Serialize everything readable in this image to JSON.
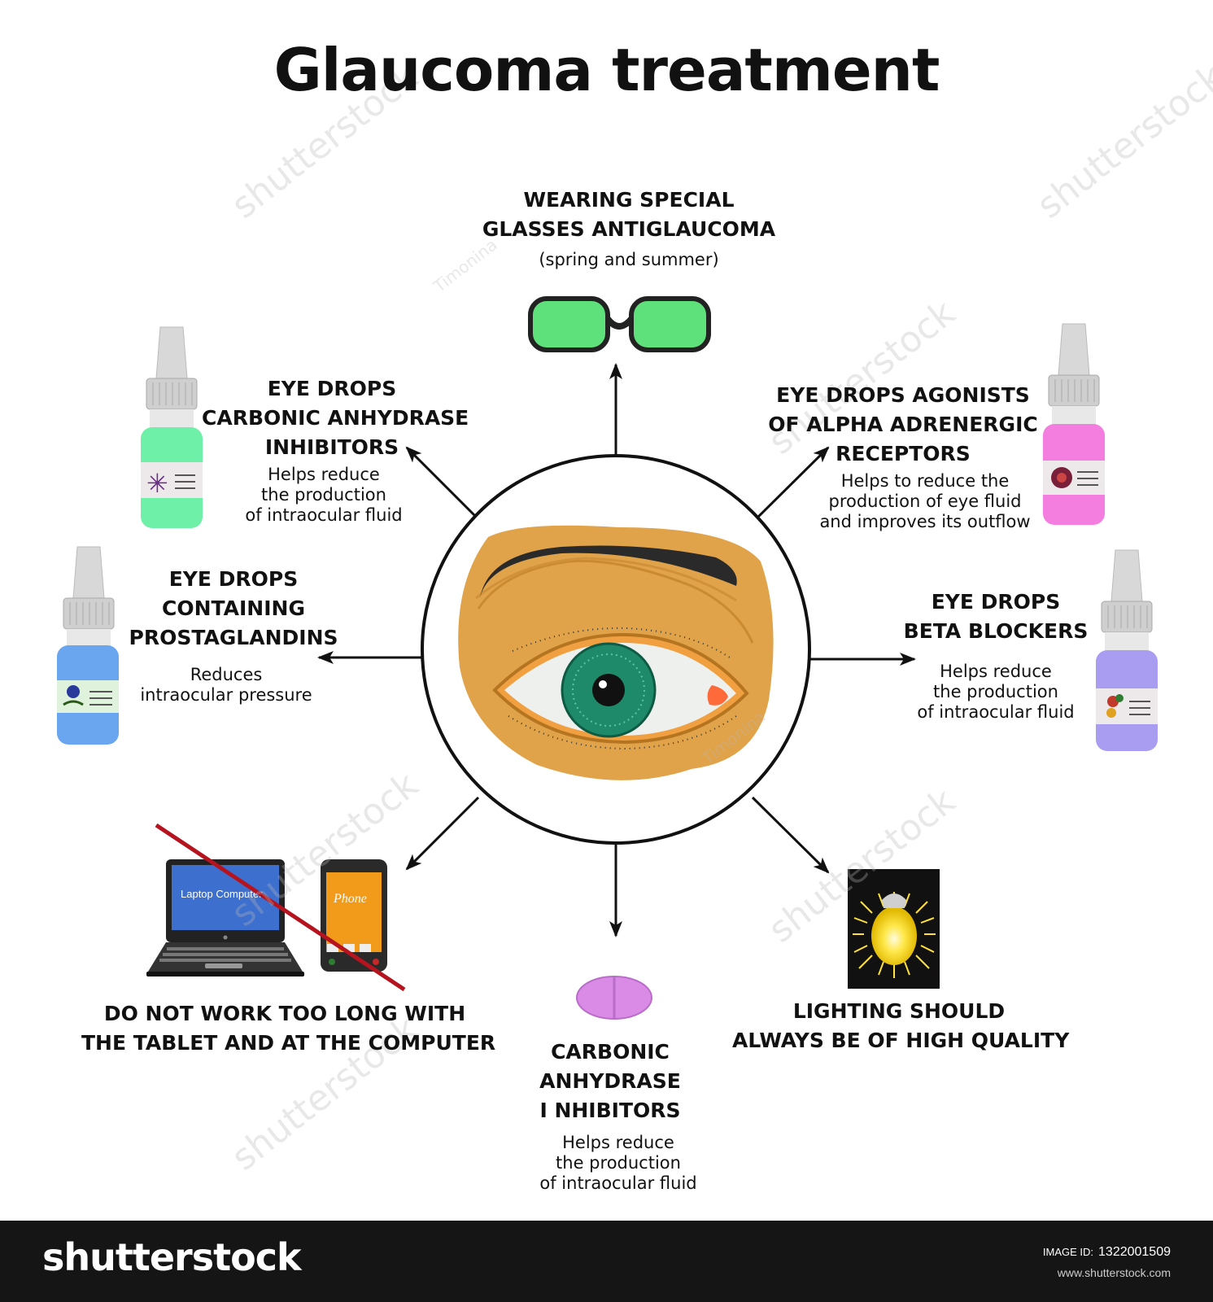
{
  "title": "Glaucoma treatment",
  "glasses": {
    "heading": [
      "WEARING SPECIAL",
      "GLASSES ANTIGLAUCOMA"
    ],
    "note": "(spring and summer)"
  },
  "carbonic_drops": {
    "heading": [
      "EYE DROPS",
      "CARBONIC ANHYDRASE",
      "INHIBITORS"
    ],
    "body": [
      "Helps reduce",
      "the production",
      "of intraocular fluid"
    ]
  },
  "alpha_drops": {
    "heading": [
      "EYE DROPS AGONISTS",
      "OF ALPHA ADRENERGIC",
      "RECEPTORS"
    ],
    "body": [
      "Helps to reduce the",
      "production of eye fluid",
      "and improves its outflow"
    ]
  },
  "prostaglandin_drops": {
    "heading": [
      "EYE DROPS",
      "CONTAINING",
      "PROSTAGLANDINS"
    ],
    "body": [
      "Reduces",
      "intraocular pressure"
    ]
  },
  "beta_drops": {
    "heading": [
      "EYE DROPS",
      "BETA BLOCKERS"
    ],
    "body": [
      "Helps reduce",
      "the production",
      "of intraocular fluid"
    ]
  },
  "devices": {
    "heading": [
      "DO NOT WORK TOO LONG WITH",
      "THE TABLET AND AT THE COMPUTER"
    ],
    "laptop_label": "Laptop Computer",
    "phone_label": "Phone"
  },
  "pills": {
    "heading": [
      "CARBONIC",
      "ANHYDRASE",
      "I NHIBITORS"
    ],
    "body": [
      "Helps reduce",
      "the production",
      "of intraocular fluid"
    ]
  },
  "lighting": {
    "heading": [
      "LIGHTING SHOULD",
      "ALWAYS BE OF HIGH QUALITY"
    ]
  },
  "watermark": {
    "brand": "shutterstock",
    "author": "Timonina"
  },
  "footer": {
    "brand": "shutterstock",
    "image_id_label": "IMAGE ID:",
    "image_id": "1322001509",
    "site": "www.shutterstock.com"
  },
  "colors": {
    "glasses_lens": "#5ee07a",
    "iris": "#1e8a6a",
    "skin": "#e0a34a",
    "bottle_green": "#6ef0a8",
    "bottle_pink": "#f47ee0",
    "bottle_blue": "#6aa6ef",
    "bottle_purple": "#a99df2",
    "pill": "#d98be6",
    "footer_bg": "#151515"
  }
}
